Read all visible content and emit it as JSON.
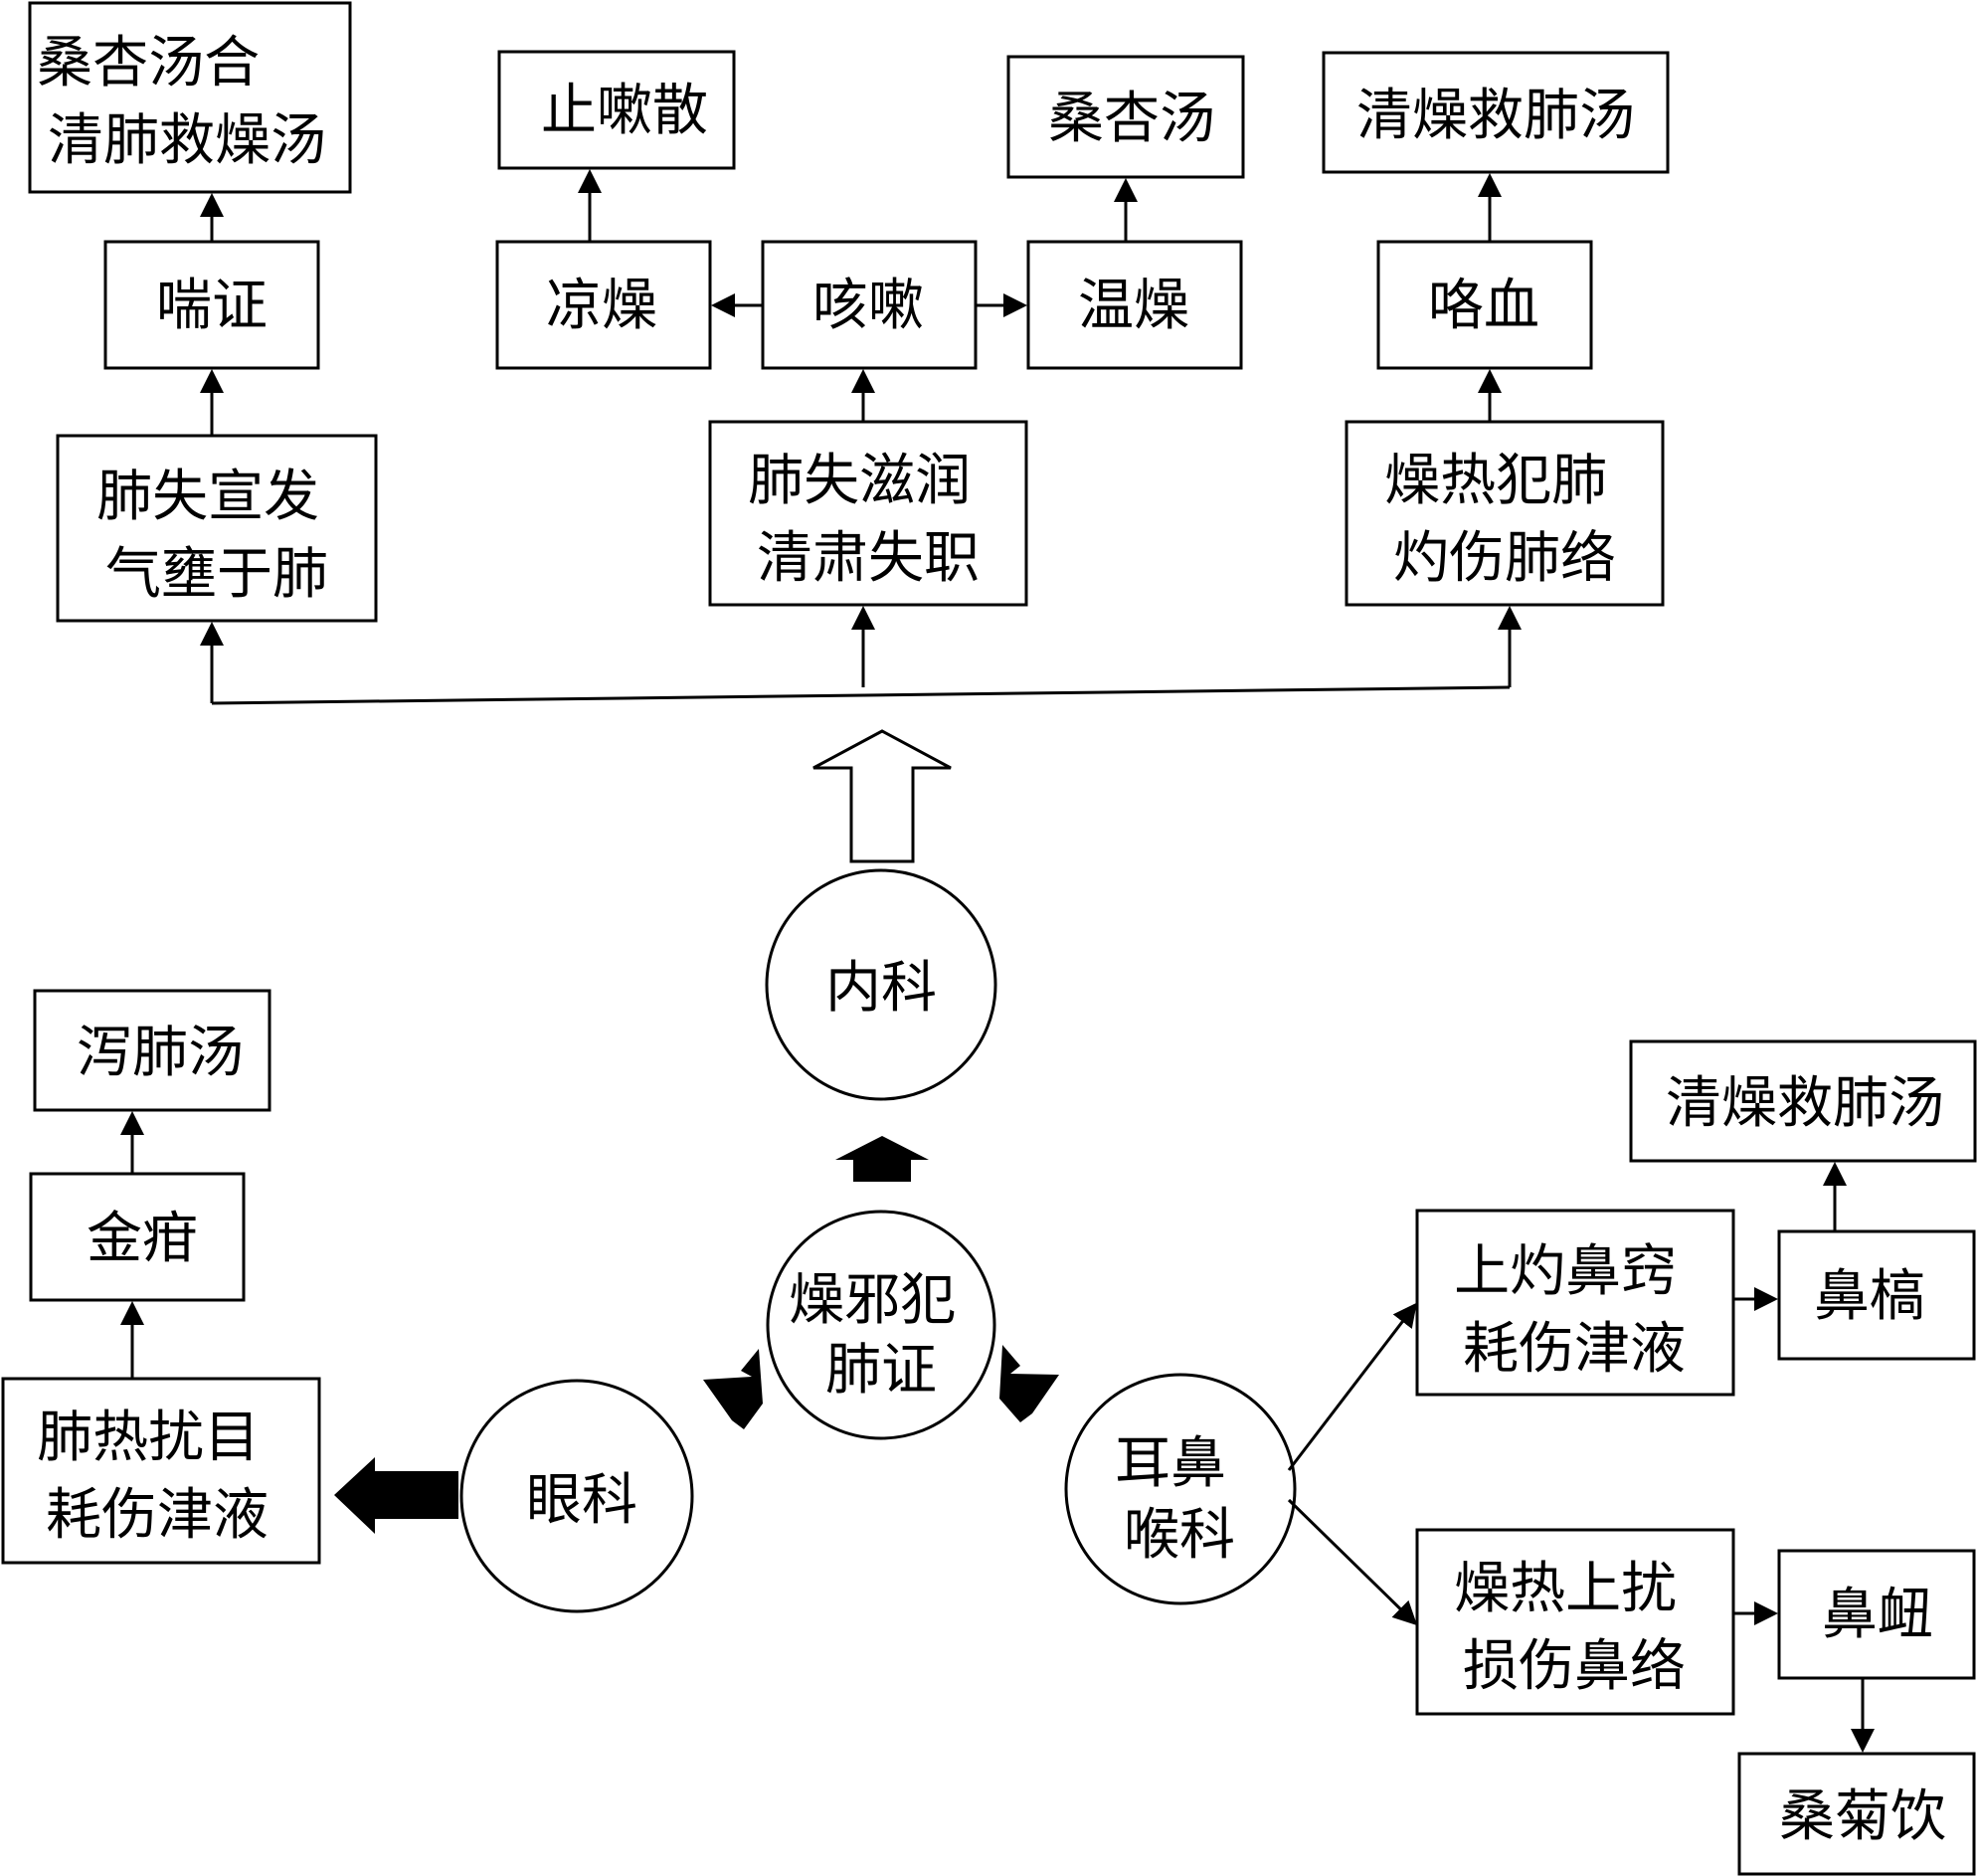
{
  "nodes": {
    "n_sangxing_qingfei": [
      "桑杏汤合",
      "清肺救燥汤"
    ],
    "n_chuanzheng": [
      "喘证"
    ],
    "n_feishi_xuanfa": [
      "肺失宣发",
      "气壅于肺"
    ],
    "n_zhisou_san": [
      "止嗽散"
    ],
    "n_liangzao": [
      "凉燥"
    ],
    "n_kesou": [
      "咳嗽"
    ],
    "n_wenzao": [
      "温燥"
    ],
    "n_sangxing_tang": [
      "桑杏汤"
    ],
    "n_feishi_zirun": [
      "肺失滋润",
      "清肃失职"
    ],
    "n_qingzao_top": [
      "清燥救肺汤"
    ],
    "n_kaxue": [
      "咯血"
    ],
    "n_zaore_fanfei": [
      "燥热犯肺",
      "灼伤肺络"
    ],
    "n_neike": [
      "内科"
    ],
    "n_zaoxie": [
      "燥邪犯",
      "肺证"
    ],
    "n_yanke": [
      "眼科"
    ],
    "n_erbihouke": [
      "耳鼻",
      "喉科"
    ],
    "n_xiefei_tang": [
      "泻肺汤"
    ],
    "n_jinfu": [
      "金疳"
    ],
    "n_feire_raomu": [
      "肺热扰目",
      "耗伤津液"
    ],
    "n_qingzao_right": [
      "清燥救肺汤"
    ],
    "n_shangzhuo_biqiao": [
      "上灼鼻窍",
      "耗伤津液"
    ],
    "n_bigao": [
      "鼻槁"
    ],
    "n_zaore_shangrao": [
      "燥热上扰",
      "损伤鼻络"
    ],
    "n_binu": [
      "鼻衄"
    ],
    "n_sangju_yin": [
      "桑菊饮"
    ]
  }
}
